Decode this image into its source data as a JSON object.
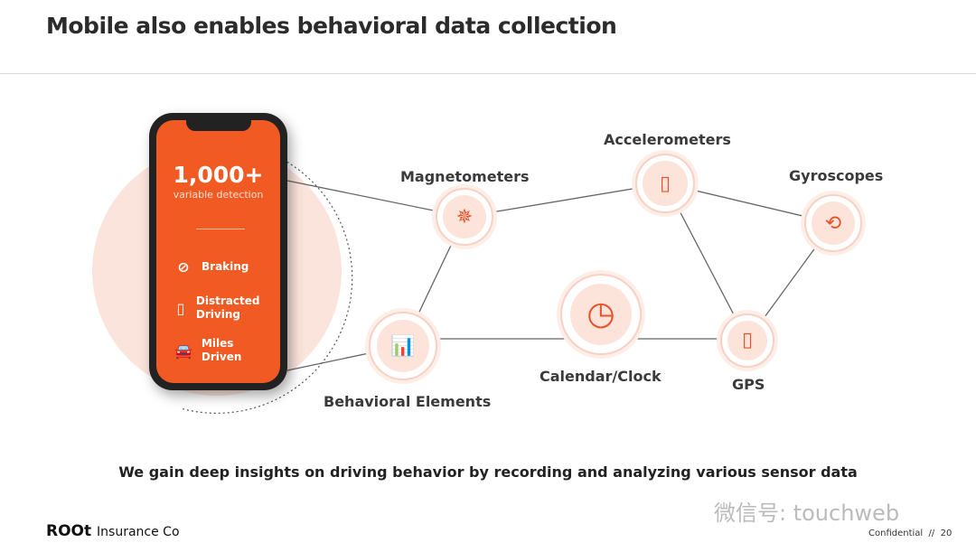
{
  "title": "Mobile also enables behavioral data collection",
  "phone": {
    "headline": "1,000+",
    "subline": "variable detection",
    "features": [
      {
        "icon": "warning-icon",
        "label": "Braking"
      },
      {
        "icon": "phone-hand-icon",
        "label": "Distracted Driving"
      },
      {
        "icon": "car-icon",
        "label": "Miles Driven"
      }
    ]
  },
  "nodes": {
    "magnetometers": "Magnetometers",
    "accelerometers": "Accelerometers",
    "gyroscopes": "Gyroscopes",
    "behavioral": "Behavioral Elements",
    "calendar": "Calendar/Clock",
    "gps": "GPS"
  },
  "tagline": "We gain deep insights on driving behavior by recording and analyzing various sensor data",
  "footer": {
    "brand": "ROOt",
    "company": "Insurance Co",
    "confidential": "Confidential  //  20",
    "watermark": "微信号: touchweb"
  },
  "colors": {
    "accent": "#f25a23"
  }
}
